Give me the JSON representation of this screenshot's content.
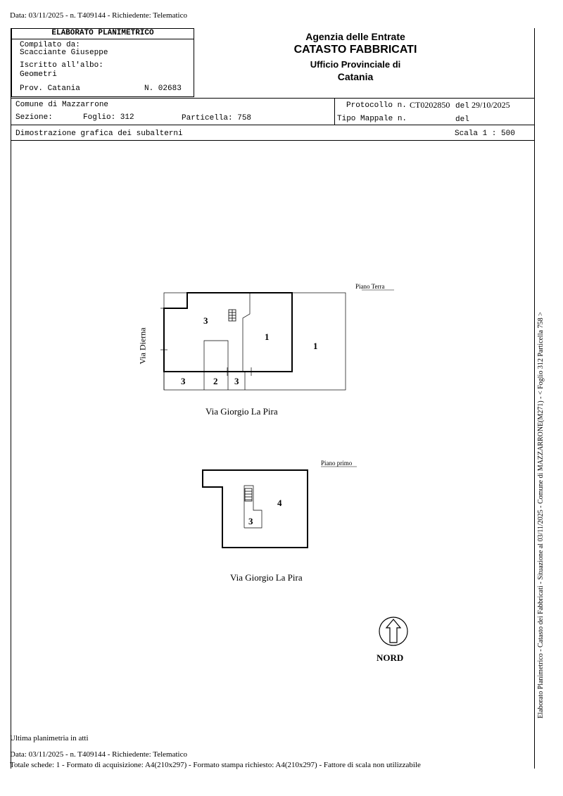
{
  "top_header": "Data: 03/11/2025 - n. T409144 - Richiedente: Telematico",
  "form": {
    "title": "ELABORATO PLANIMETRICO",
    "compilato_label": "Compilato da:",
    "compilato_value": "Scacciante Giuseppe",
    "iscritto_label": "Iscritto all'albo:",
    "iscritto_value": "Geometri",
    "prov_label": "Prov. Catania",
    "numero": "N. 02683"
  },
  "agency": {
    "line1": "Agenzia delle Entrate",
    "line2": "CATASTO FABBRICATI",
    "line3": "Ufficio Provinciale di",
    "line4": "Catania"
  },
  "info": {
    "comune": "Comune di Mazzarrone",
    "sezione_label": "Sezione:",
    "foglio": "Foglio: 312",
    "particella": "Particella: 758",
    "protocollo_label": "Protocollo n.",
    "protocollo_value": "CT0202850",
    "del_label": "del",
    "del_value": "29/10/2025",
    "tipo_label": "Tipo Mappale n.",
    "tipo_del": "del",
    "dimostrazione": "Dimostrazione grafica dei subalterni",
    "scala": "Scala 1 : 500"
  },
  "plan": {
    "piano_terra": "Piano Terra",
    "piano_primo": "Piano primo",
    "via_dierna": "Via Dierna",
    "street_1": "Via Giorgio La Pira",
    "street_2": "Via Giorgio La Pira",
    "nord": "NORD",
    "ground_labels": [
      "3",
      "1",
      "1",
      "3",
      "2",
      "3"
    ],
    "first_labels": [
      "4",
      "3"
    ]
  },
  "side_text": "Elaborato Planimetrico - Catasto dei Fabbricati - Situazione al 03/11/2025 - Comune di MAZZARRONE(M271) - < Foglio 312 Particella 758 >",
  "footer": {
    "ultima": "Ultima planimetria in atti",
    "data_line": "Data: 03/11/2025 - n. T409144 - Richiedente: Telematico",
    "totale": "Totale schede: 1 - Formato di acquisizione: A4(210x297)  - Formato stampa richiesto: A4(210x297) - Fattore di scala non utilizzabile"
  }
}
